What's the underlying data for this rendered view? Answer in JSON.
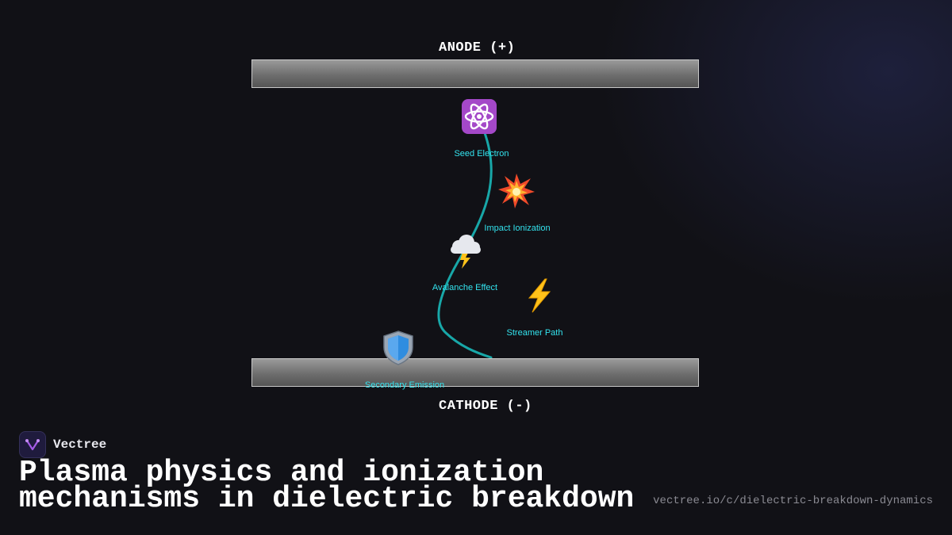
{
  "diagram": {
    "anode_label": "ANODE (+)",
    "cathode_label": "CATHODE (-)",
    "nodes": [
      {
        "label": "Seed Electron",
        "icon": "atom-icon"
      },
      {
        "label": "Impact Ionization",
        "icon": "collision-icon"
      },
      {
        "label": "Avalanche Effect",
        "icon": "storm-cloud-icon"
      },
      {
        "label": "Streamer Path",
        "icon": "lightning-icon"
      },
      {
        "label": "Secondary Emission",
        "icon": "shield-icon"
      }
    ],
    "colors": {
      "path": "#19b8b8",
      "label": "#33e3ee",
      "plate": "#7a7a7a",
      "background": "#111116"
    }
  },
  "footer": {
    "brand_name": "Vectree",
    "title": "Plasma physics and ionization mechanisms in dielectric breakdown",
    "url": "vectree.io/c/dielectric-breakdown-dynamics"
  }
}
